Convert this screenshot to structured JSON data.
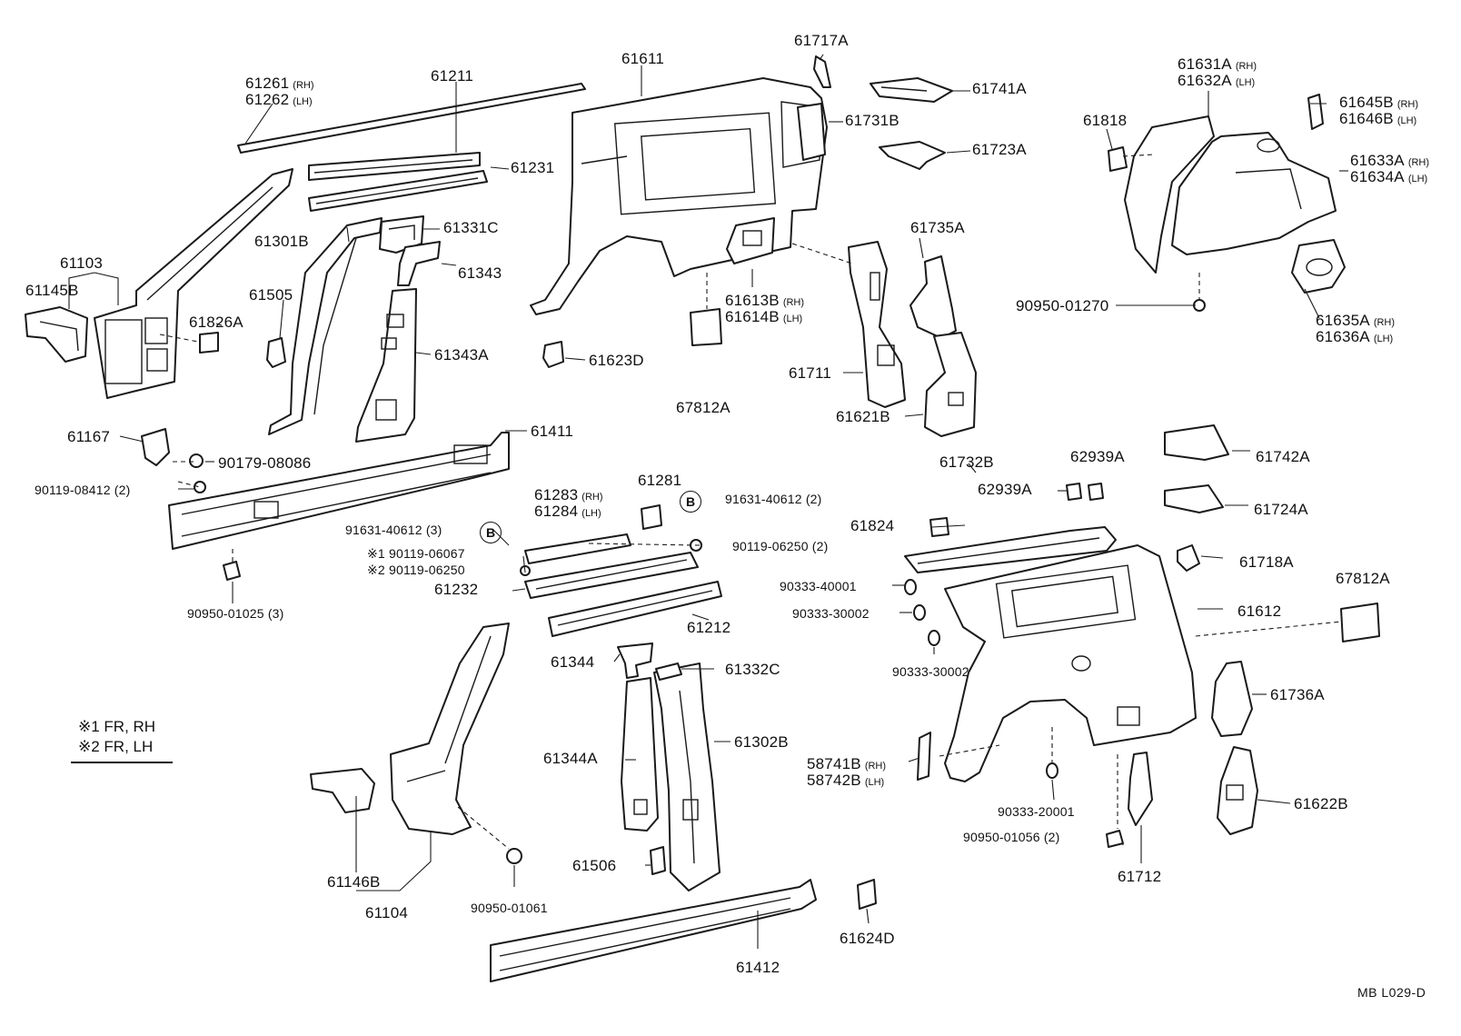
{
  "labels": [
    {
      "id": "p61261",
      "text": "61261",
      "suffix": "(RH)"
    },
    {
      "id": "p61262",
      "text": "61262",
      "suffix": "(LH)"
    },
    {
      "id": "p61211",
      "text": "61211"
    },
    {
      "id": "p61231",
      "text": "61231"
    },
    {
      "id": "p61611",
      "text": "61611"
    },
    {
      "id": "p61717a",
      "text": "61717A"
    },
    {
      "id": "p61741a",
      "text": "61741A"
    },
    {
      "id": "p61731b",
      "text": "61731B"
    },
    {
      "id": "p61723a",
      "text": "61723A"
    },
    {
      "id": "p61631a",
      "text": "61631A",
      "suffix": "(RH)"
    },
    {
      "id": "p61632a",
      "text": "61632A",
      "suffix": "(LH)"
    },
    {
      "id": "p61645b",
      "text": "61645B",
      "suffix": "(RH)"
    },
    {
      "id": "p61646b",
      "text": "61646B",
      "suffix": "(LH)"
    },
    {
      "id": "p61818",
      "text": "61818"
    },
    {
      "id": "p61633a",
      "text": "61633A",
      "suffix": "(RH)"
    },
    {
      "id": "p61634a",
      "text": "61634A",
      "suffix": "(LH)"
    },
    {
      "id": "p61103",
      "text": "61103"
    },
    {
      "id": "p61145b",
      "text": "61145B"
    },
    {
      "id": "p61301b",
      "text": "61301B"
    },
    {
      "id": "p61331c",
      "text": "61331C"
    },
    {
      "id": "p61343",
      "text": "61343"
    },
    {
      "id": "p61505",
      "text": "61505"
    },
    {
      "id": "p61826a",
      "text": "61826A"
    },
    {
      "id": "p61343a",
      "text": "61343A"
    },
    {
      "id": "p61613b",
      "text": "61613B",
      "suffix": "(RH)"
    },
    {
      "id": "p61614b",
      "text": "61614B",
      "suffix": "(LH)"
    },
    {
      "id": "p61735a",
      "text": "61735A"
    },
    {
      "id": "p90950_01270",
      "text": "90950-01270"
    },
    {
      "id": "p61635a",
      "text": "61635A",
      "suffix": "(RH)"
    },
    {
      "id": "p61636a",
      "text": "61636A",
      "suffix": "(LH)"
    },
    {
      "id": "p61623d",
      "text": "61623D"
    },
    {
      "id": "p61711",
      "text": "61711"
    },
    {
      "id": "p67812a_1",
      "text": "67812A"
    },
    {
      "id": "p61621b",
      "text": "61621B"
    },
    {
      "id": "p61167",
      "text": "61167"
    },
    {
      "id": "p61411",
      "text": "61411"
    },
    {
      "id": "p90179_08086",
      "text": "90179-08086"
    },
    {
      "id": "p90119_08412",
      "text": "90119-08412 (2)"
    },
    {
      "id": "p61742a",
      "text": "61742A"
    },
    {
      "id": "p61732b",
      "text": "61732B"
    },
    {
      "id": "p62939a_1",
      "text": "62939A"
    },
    {
      "id": "p62939a_2",
      "text": "62939A"
    },
    {
      "id": "p61283",
      "text": "61283",
      "suffix": "(RH)"
    },
    {
      "id": "p61284",
      "text": "61284",
      "suffix": "(LH)"
    },
    {
      "id": "p61281",
      "text": "61281"
    },
    {
      "id": "p91631_40612_2",
      "text": "91631-40612 (2)"
    },
    {
      "id": "p61724a",
      "text": "61724A"
    },
    {
      "id": "p91631_40612_3",
      "text": "91631-40612 (3)"
    },
    {
      "id": "p61824",
      "text": "61824"
    },
    {
      "id": "p90119_06067",
      "text": "※1 90119-06067"
    },
    {
      "id": "p90119_06250a",
      "text": "※2 90119-06250"
    },
    {
      "id": "p90119_06250b",
      "text": "90119-06250 (2)"
    },
    {
      "id": "p61718a",
      "text": "61718A"
    },
    {
      "id": "p61232",
      "text": "61232"
    },
    {
      "id": "p90333_40001",
      "text": "90333-40001"
    },
    {
      "id": "p67812a_2",
      "text": "67812A"
    },
    {
      "id": "p90950_01025",
      "text": "90950-01025 (3)"
    },
    {
      "id": "p61212",
      "text": "61212"
    },
    {
      "id": "p90333_30002a",
      "text": "90333-30002"
    },
    {
      "id": "p61612",
      "text": "61612"
    },
    {
      "id": "p90333_30002b",
      "text": "90333-30002"
    },
    {
      "id": "p61344",
      "text": "61344"
    },
    {
      "id": "p61332c",
      "text": "61332C"
    },
    {
      "id": "p61736a",
      "text": "61736A"
    },
    {
      "id": "p61344a",
      "text": "61344A"
    },
    {
      "id": "p61302b",
      "text": "61302B"
    },
    {
      "id": "p58741b",
      "text": "58741B",
      "suffix": "(RH)"
    },
    {
      "id": "p58742b",
      "text": "58742B",
      "suffix": "(LH)"
    },
    {
      "id": "p90333_20001",
      "text": "90333-20001"
    },
    {
      "id": "p61622b",
      "text": "61622B"
    },
    {
      "id": "p61146b",
      "text": "61146B"
    },
    {
      "id": "p61506",
      "text": "61506"
    },
    {
      "id": "p90950_01056",
      "text": "90950-01056 (2)"
    },
    {
      "id": "p61712",
      "text": "61712"
    },
    {
      "id": "p61104",
      "text": "61104"
    },
    {
      "id": "p90950_01061",
      "text": "90950-01061"
    },
    {
      "id": "p61624d",
      "text": "61624D"
    },
    {
      "id": "p61412",
      "text": "61412"
    }
  ],
  "callouts": {
    "b1": "B",
    "b2": "B"
  },
  "notes": {
    "n1": "※1 FR, RH",
    "n2": "※2 FR, LH"
  },
  "drawing_code": "MB  L029-D"
}
